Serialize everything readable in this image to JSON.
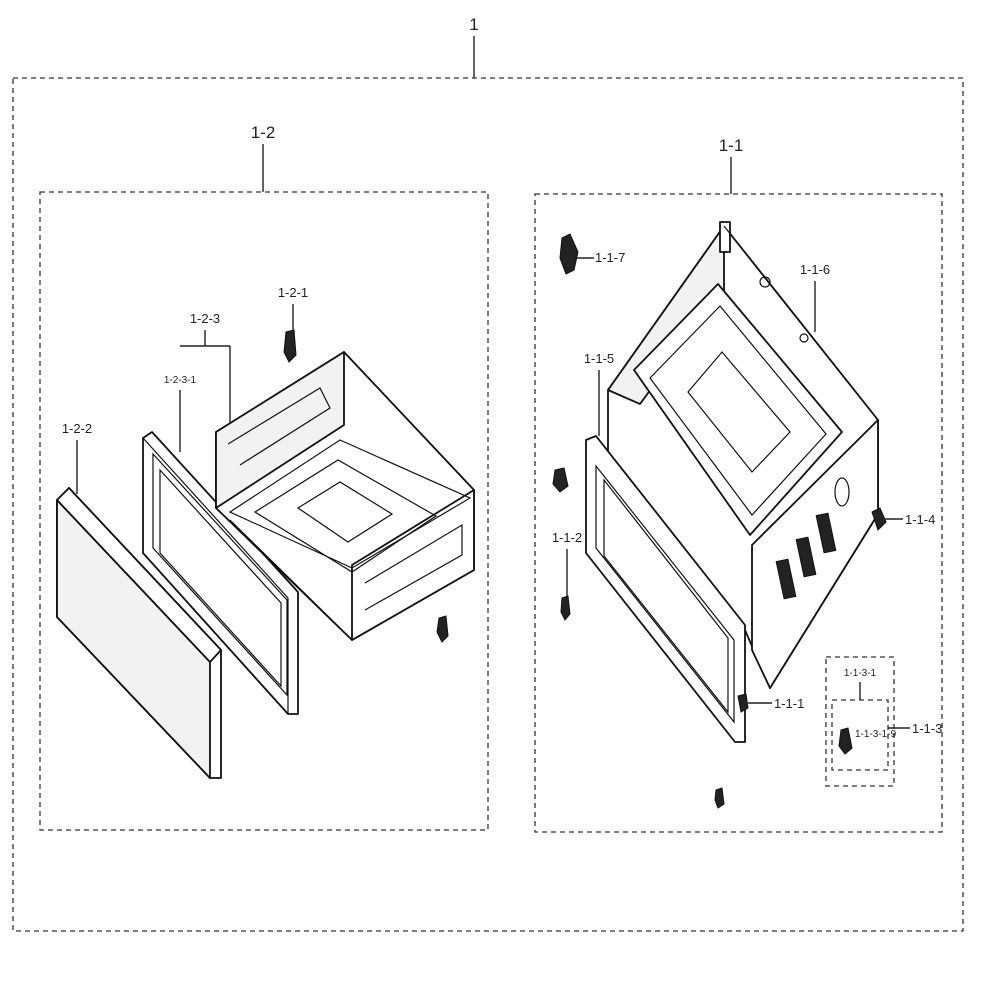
{
  "labels": {
    "root": "1",
    "drawer": "1-2",
    "drawer_part_1": "1-2-1",
    "drawer_frame": "1-2-3",
    "drawer_frame_part": "1-2-3-1",
    "drawer_panel": "1-2-2",
    "housing": "1-1",
    "housing_part_7": "1-1-7",
    "housing_part_6": "1-1-6",
    "housing_part_5": "1-1-5",
    "housing_part_4": "1-1-4",
    "housing_part_2": "1-1-2",
    "housing_part_1": "1-1-1",
    "housing_part_3": "1-1-3",
    "housing_part_3_1": "1-1-3-1",
    "housing_part_3_1_x": "1-1-3-1-9"
  }
}
